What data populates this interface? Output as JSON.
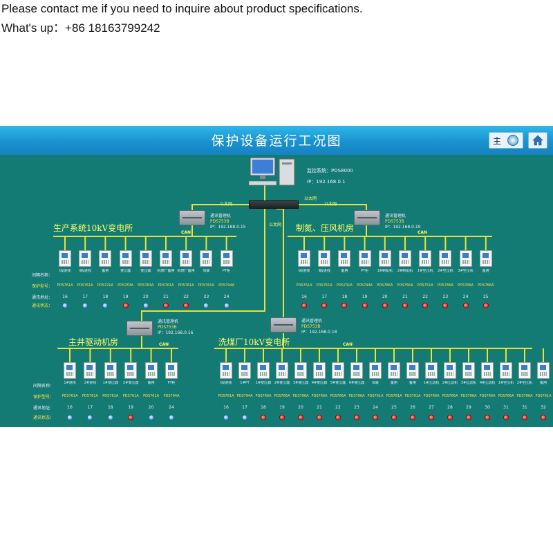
{
  "contact": {
    "line1": "Please contact me if you need to inquire about product specifications.",
    "line2": "What's up：+86 18163799242"
  },
  "header": {
    "title": "保护设备运行工况图",
    "main_label": "主",
    "compass_icon": "compass-icon",
    "home_icon": "home-icon"
  },
  "monitor": {
    "system": "监控系统：PDS8000",
    "ip": "IP：192.168.0.1"
  },
  "network": {
    "ethernet_label": "以太网",
    "can_label": "CAN"
  },
  "row_labels": {
    "name": "间隔名称：",
    "model": "保护型号：",
    "address": "通讯地址：",
    "status": "通讯状态："
  },
  "sections": [
    {
      "title": "生产系统10kV变电所",
      "comm": {
        "name": "通讯管理机",
        "model": "PDS753B",
        "ip": "IP：192.168.0.15"
      },
      "devices": [
        {
          "name": "Ⅰ段进线",
          "model": "PDS761A",
          "addr": "16",
          "status": "ok"
        },
        {
          "name": "Ⅱ段进线",
          "model": "PDS761A",
          "addr": "17",
          "status": "ok"
        },
        {
          "name": "备用",
          "model": "PDS721A",
          "addr": "18",
          "status": "ok"
        },
        {
          "name": "变压器",
          "model": "PDS763A",
          "addr": "19",
          "status": "bad"
        },
        {
          "name": "变压器",
          "model": "PDS763A",
          "addr": "20",
          "status": "ok"
        },
        {
          "name": "机修厂备用",
          "model": "PDS761A",
          "addr": "21",
          "status": "bad"
        },
        {
          "name": "机修厂备用",
          "model": "PDS761A",
          "addr": "22",
          "status": "bad"
        },
        {
          "name": "母联",
          "model": "PDS761A",
          "addr": "23",
          "status": "ok"
        },
        {
          "name": "PT柜",
          "model": "PDS794A",
          "addr": "24",
          "status": "ok"
        }
      ]
    },
    {
      "title": "制氮、压风机房",
      "comm": {
        "name": "通讯管理机",
        "model": "PDS753B",
        "ip": "IP：192.168.0.19"
      },
      "devices": [
        {
          "name": "Ⅰ段进线",
          "model": "PDS761A",
          "addr": "16",
          "status": "bad"
        },
        {
          "name": "Ⅱ段进线",
          "model": "PDS761A",
          "addr": "17",
          "status": "bad"
        },
        {
          "name": "备用",
          "model": "PDS731A",
          "addr": "18",
          "status": "bad"
        },
        {
          "name": "PT柜",
          "model": "PDS794A",
          "addr": "19",
          "status": "bad"
        },
        {
          "name": "1#制氮机",
          "model": "PDS766A",
          "addr": "20",
          "status": "bad"
        },
        {
          "name": "2#制氮机",
          "model": "PDS766A",
          "addr": "21",
          "status": "bad"
        },
        {
          "name": "1#空压机",
          "model": "PDS751A",
          "addr": "22",
          "status": "bad"
        },
        {
          "name": "2#空压机",
          "model": "PDS766A",
          "addr": "23",
          "status": "bad"
        },
        {
          "name": "3#空压机",
          "model": "PDS766A",
          "addr": "24",
          "status": "bad"
        },
        {
          "name": "备用",
          "model": "PDS766A",
          "addr": "25",
          "status": "bad"
        }
      ]
    },
    {
      "title": "主井驱动机房",
      "comm": {
        "name": "通讯管理机",
        "model": "PDS753B",
        "ip": "IP：192.168.0.16"
      },
      "devices": [
        {
          "name": "1#进线",
          "model": "PDS761A",
          "addr": "16",
          "status": "ok"
        },
        {
          "name": "2#进线",
          "model": "PDS761A",
          "addr": "17",
          "status": "ok"
        },
        {
          "name": "1#变压器",
          "model": "PDS761A",
          "addr": "18",
          "status": "ok"
        },
        {
          "name": "2#变压器",
          "model": "PDS761A",
          "addr": "19",
          "status": "bad"
        },
        {
          "name": "备用",
          "model": "PDS761A",
          "addr": "20",
          "status": "ok"
        },
        {
          "name": "PT柜",
          "model": "PDS794A",
          "addr": "24",
          "status": "ok"
        }
      ]
    },
    {
      "title": "洗煤厂10kV变电所",
      "comm": {
        "name": "通讯管理机",
        "model": "PDS753B",
        "ip": "IP：192.168.0.18"
      },
      "devices": [
        {
          "name": "Ⅰ段进线",
          "model": "PDS761A",
          "addr": "16",
          "status": "ok"
        },
        {
          "name": "1#PT",
          "model": "PDS794A",
          "addr": "17",
          "status": "ok"
        },
        {
          "name": "1#变压器",
          "model": "PDS766A",
          "addr": "18",
          "status": "bad"
        },
        {
          "name": "2#变压器",
          "model": "PDS766A",
          "addr": "19",
          "status": "bad"
        },
        {
          "name": "3#变压器",
          "model": "PDS766A",
          "addr": "20",
          "status": "bad"
        },
        {
          "name": "4#变压器",
          "model": "PDS766A",
          "addr": "21",
          "status": "bad"
        },
        {
          "name": "5#变压器",
          "model": "PDS766A",
          "addr": "22",
          "status": "bad"
        },
        {
          "name": "6#变压器",
          "model": "PDS766A",
          "addr": "23",
          "status": "bad"
        },
        {
          "name": "母联",
          "model": "PDS761A",
          "addr": "24",
          "status": "bad"
        },
        {
          "name": "备用",
          "model": "PDS761A",
          "addr": "25",
          "status": "bad"
        },
        {
          "name": "备用",
          "model": "PDS761A",
          "addr": "26",
          "status": "bad"
        },
        {
          "name": "1#压滤机",
          "model": "PDS766A",
          "addr": "27",
          "status": "bad"
        },
        {
          "name": "2#压滤机",
          "model": "PDS766A",
          "addr": "28",
          "status": "bad"
        },
        {
          "name": "3#压滤机",
          "model": "PDS766A",
          "addr": "29",
          "status": "bad"
        },
        {
          "name": "4#压滤机",
          "model": "PDS766A",
          "addr": "30",
          "status": "bad"
        },
        {
          "name": "1#空压机",
          "model": "PDS766A",
          "addr": "31",
          "status": "bad"
        },
        {
          "name": "2#空压机",
          "model": "PDS766A",
          "addr": "31",
          "status": "bad"
        },
        {
          "name": "备用",
          "model": "PDS761A",
          "addr": "32",
          "status": "bad"
        }
      ]
    }
  ]
}
